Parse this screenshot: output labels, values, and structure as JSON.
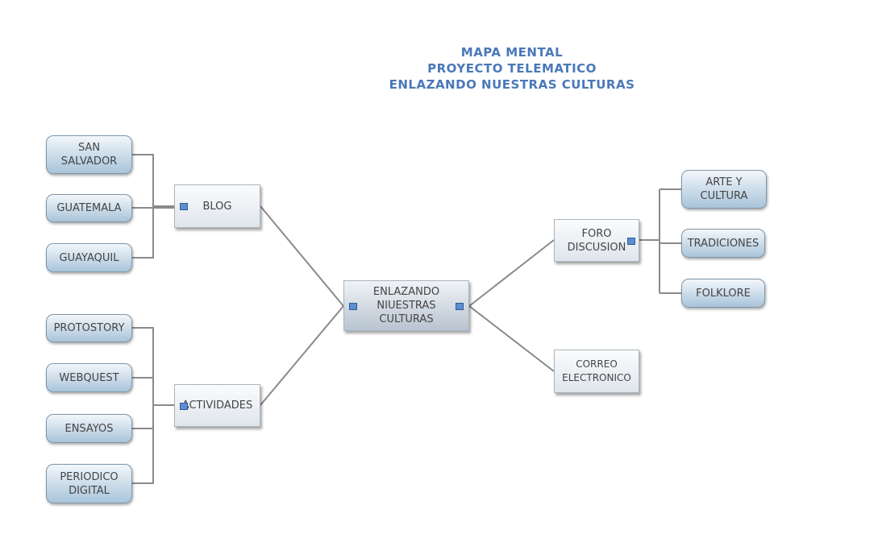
{
  "title": {
    "line1": "MAPA MENTAL",
    "line2": "PROYECTO TELEMATICO",
    "line3": "ENLAZANDO NUESTRAS CULTURAS"
  },
  "center": "ENLAZANDO NIUESTRAS CULTURAS",
  "branches": {
    "blog": "BLOG",
    "actividades": "ACTIVIDADES",
    "foro": "FORO DISCUSION",
    "correo": "CORREO ELECTRONICO"
  },
  "blog_items": [
    "SAN SALVADOR",
    "GUATEMALA",
    "GUAYAQUIL"
  ],
  "actividades_items": [
    "PROTOSTORY",
    "WEBQUEST",
    "ENSAYOS",
    "PERIODICO DIGITAL"
  ],
  "foro_items": [
    "ARTE Y CULTURA",
    "TRADICIONES",
    "FOLKLORE"
  ],
  "colors": {
    "title": "#4a78b8",
    "line": "#8a8a8a"
  }
}
